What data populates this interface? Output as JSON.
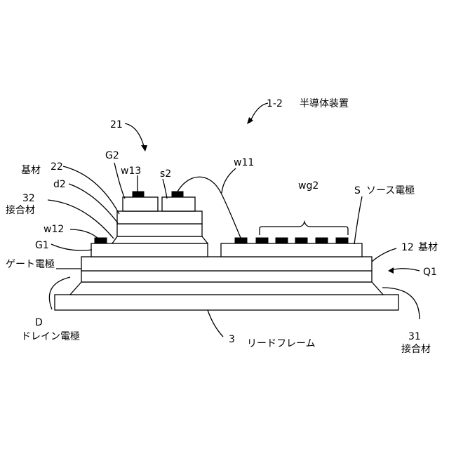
{
  "labels": {
    "device_ref": "1-2",
    "device_name": "半導体装置",
    "chip2_ref": "21",
    "substrate_22_ref": "22",
    "substrate_22_name": "基材",
    "gate_g2": "G2",
    "wire_w13": "w13",
    "source_s2": "s2",
    "wire_w11": "w11",
    "drain_d2": "d2",
    "joint_32_ref": "32",
    "joint_32_name": "接合材",
    "wire_w12": "w12",
    "gate_g1": "G1",
    "gate_electrode_name": "ゲート電極",
    "wire_group_wg2": "wg2",
    "source_s": "S",
    "source_electrode_name": "ソース電極",
    "substrate_12_ref": "12",
    "substrate_12_name": "基材",
    "chip1_ref": "Q1",
    "drain_d": "D",
    "drain_electrode_name": "ドレイン電極",
    "leadframe_ref": "3",
    "leadframe_name": "リードフレーム",
    "joint_31_ref": "31",
    "joint_31_name": "接合材"
  }
}
